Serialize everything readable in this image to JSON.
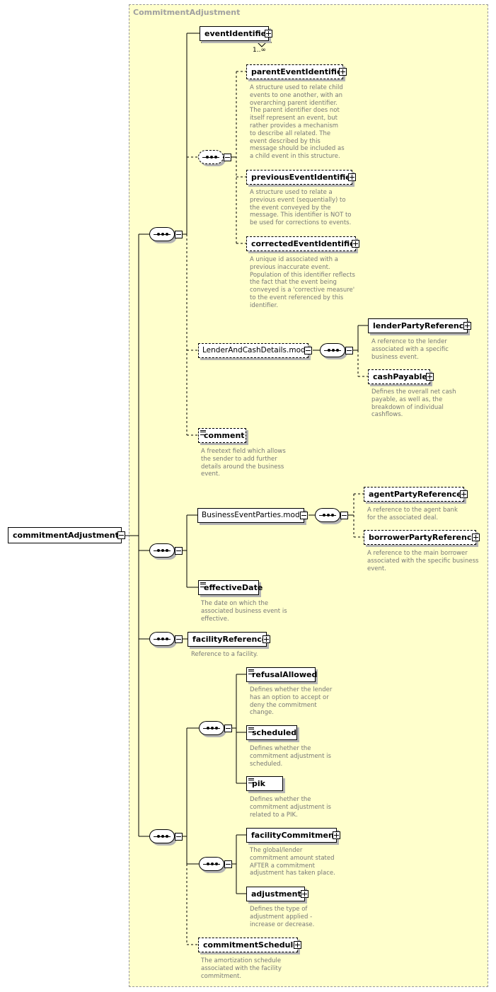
{
  "type_name": "CommitmentAdjustment",
  "root": "commitmentAdjustment",
  "elements": {
    "eventIdentifier": {
      "label": "eventIdentifier",
      "cardinality": "1..∞"
    },
    "parentEventIdentifier": {
      "label": "parentEventIdentifier",
      "doc": "A structure used to relate child events to one another, with an overarching parent identifier. The parent identifier does not itself represent an event, but rather provides a mechanism to describe all related. The event described by this message should be included as a child event in this structure."
    },
    "previousEventIdentifier": {
      "label": "previousEventIdentifier",
      "doc": "A structure used to relate a previous event (sequentially) to the event conveyed by the message. This identifier is NOT to be used for corrections to events."
    },
    "correctedEventIdentifier": {
      "label": "correctedEventIdentifier",
      "doc": "A unique id associated with a previous inaccurate event. Population of this identifier reflects the fact that the event being conveyed is a 'corrective measure' to the event referenced by this identifier."
    },
    "lenderAndCashDetails": {
      "label": "LenderAndCashDetails.model"
    },
    "lenderPartyReference": {
      "label": "lenderPartyReference",
      "doc": "A reference to the lender associated with a specific business event."
    },
    "cashPayable": {
      "label": "cashPayable",
      "doc": "Defines the overall net cash payable, as well as, the breakdown of individual cashflows."
    },
    "comment": {
      "label": "comment",
      "doc": "A freetext field which allows the sender to add further details around the business event."
    },
    "businessEventParties": {
      "label": "BusinessEventParties.model"
    },
    "agentPartyReference": {
      "label": "agentPartyReference",
      "doc": "A reference to the agent bank for the associated deal."
    },
    "borrowerPartyReference": {
      "label": "borrowerPartyReference",
      "doc": "A reference to the main borrower associated with the specific business event."
    },
    "effectiveDate": {
      "label": "effectiveDate",
      "doc": "The date on which the associated business event is effective."
    },
    "facilityReference": {
      "label": "facilityReference",
      "doc": "Reference to a facility."
    },
    "refusalAllowed": {
      "label": "refusalAllowed",
      "doc": "Defines whether the lender has an option to accept or deny the commitment change."
    },
    "scheduled": {
      "label": "scheduled",
      "doc": "Defines whether the commitment adjustment is scheduled."
    },
    "pik": {
      "label": "pik",
      "doc": "Defines whether the commitment adjustment is related to a PIK."
    },
    "facilityCommitment": {
      "label": "facilityCommitment",
      "doc": "The global/lender commitment amount stated AFTER a commitment adjustment has taken place."
    },
    "adjustment": {
      "label": "adjustment",
      "doc": "Defines the type of adjustment applied - increase or decrease."
    },
    "commitmentSchedule": {
      "label": "commitmentSchedule",
      "doc": "The amortization schedule associated with the facility commitment."
    }
  },
  "colors": {
    "type_background": "#ffffcc",
    "doc_text": "#777777",
    "title_text": "#a0a0a0"
  }
}
